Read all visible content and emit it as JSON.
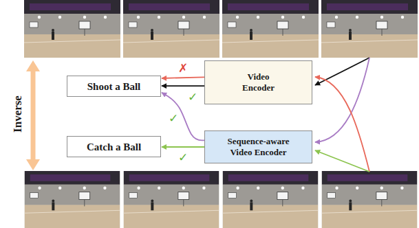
{
  "diagram": {
    "nodes": [
      {
        "text": [
          "Shoot a Ball"
        ]
      },
      {
        "text": [
          "Video Encoder"
        ]
      },
      {
        "text": [
          "Catch a Ball"
        ]
      },
      {
        "text": [
          "Sequence-aware Video Encoder"
        ]
      }
    ],
    "edges": [
      {
        "from": 1,
        "to": 0,
        "arrow": "to",
        "label": "✗"
      },
      {
        "from": 1,
        "to": 0,
        "arrow": "to",
        "label": "✓"
      },
      {
        "from": 3,
        "to": 0,
        "arrow": "to",
        "label": "✓"
      },
      {
        "from": 3,
        "to": 2,
        "arrow": "to",
        "label": "✓"
      }
    ],
    "labels": [
      "Inverse"
    ]
  }
}
